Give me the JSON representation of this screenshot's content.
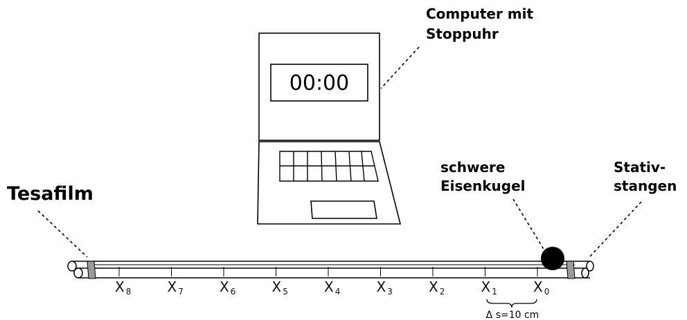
{
  "labels": {
    "computer_line1": "Computer mit",
    "computer_line2": "Stoppuhr",
    "tesafilm": "Tesafilm",
    "ball_line1": "schwere",
    "ball_line2": "Eisenkugel",
    "stand_line1": "Stativ-",
    "stand_line2": "stangen",
    "display_time": "00:00",
    "delta_s": "Δ s=10 cm"
  },
  "marks": [
    {
      "base": "X",
      "sub": "8"
    },
    {
      "base": "X",
      "sub": "7"
    },
    {
      "base": "X",
      "sub": "6"
    },
    {
      "base": "X",
      "sub": "5"
    },
    {
      "base": "X",
      "sub": "4"
    },
    {
      "base": "X",
      "sub": "3"
    },
    {
      "base": "X",
      "sub": "2"
    },
    {
      "base": "X",
      "sub": "1"
    },
    {
      "base": "X",
      "sub": "0"
    }
  ],
  "colors": {
    "line": "#000000",
    "tape": "#9a9a9a",
    "ball": "#000000"
  }
}
